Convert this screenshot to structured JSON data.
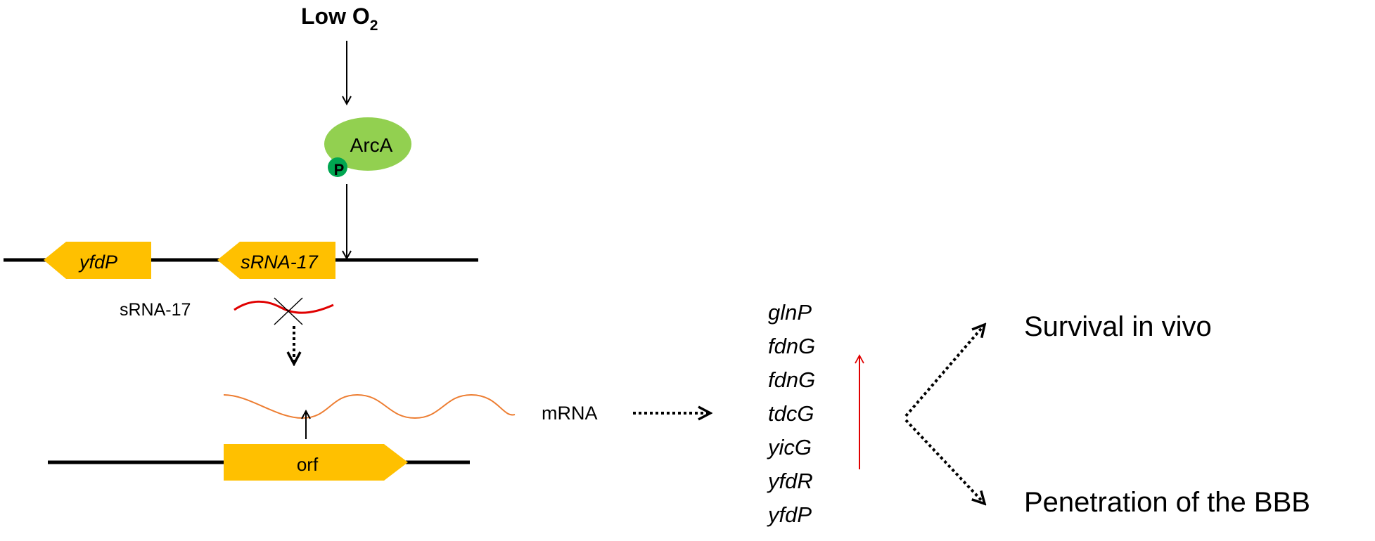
{
  "stimulus": {
    "text": "Low O",
    "subscript": "2"
  },
  "regulator": {
    "name": "ArcA",
    "phosphate": "P"
  },
  "genes": {
    "upper_left": "yfdP",
    "upper_right": "sRNA-17",
    "lower": "orf"
  },
  "labels": {
    "srna": "sRNA-17",
    "mrna": "mRNA"
  },
  "target_genes": [
    "glnP",
    "fdnG",
    "fdnG",
    "tdcG",
    "yicG",
    "yfdR",
    "yfdP"
  ],
  "outcomes": {
    "top": "Survival in vivo",
    "bottom": "Penetration of the BBB"
  },
  "colors": {
    "gene_fill": "#FFC000",
    "arca_fill": "#92D050",
    "phosphate_fill": "#00A651",
    "srna_strand": "#E00000",
    "mrna_strand": "#ED7D31",
    "upregulation_arrow": "#E00000",
    "line": "#000000"
  }
}
